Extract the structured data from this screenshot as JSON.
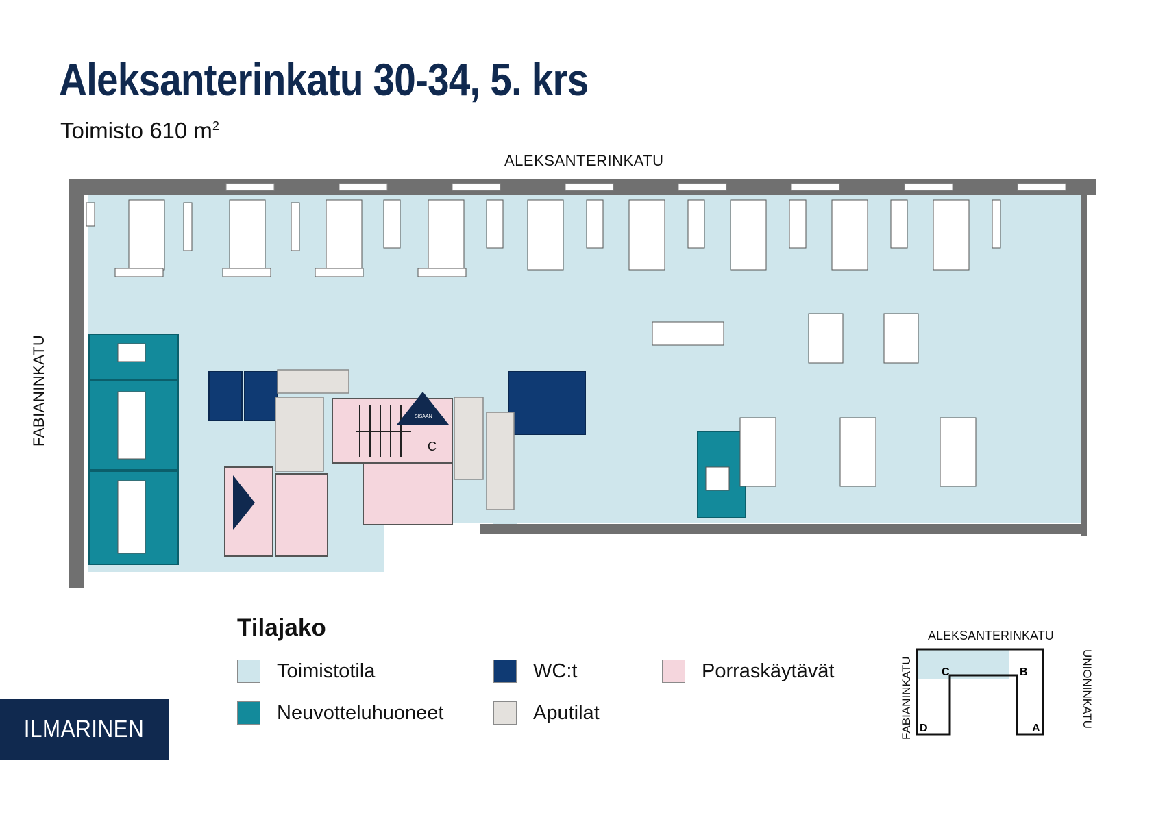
{
  "title": "Aleksanterinkatu 30-34, 5. krs",
  "subtitle": {
    "label": "Toimisto 610 m",
    "sup": "2"
  },
  "streets": {
    "top": "ALEKSANTERINKATU",
    "left": "FABIANINKATU"
  },
  "plan": {
    "stair_label": "C",
    "entrance_label": "SISÄÄN"
  },
  "legend": {
    "title": "Tilajako",
    "items": [
      {
        "label": "Toimistotila",
        "color": "#cfe6ec"
      },
      {
        "label": "Neuvotteluhuoneet",
        "color": "#138a9b"
      },
      {
        "label": "WC:t",
        "color": "#0f3a73"
      },
      {
        "label": "Aputilat",
        "color": "#e4e1dd"
      },
      {
        "label": "Porraskäytävät",
        "color": "#f5d6dd"
      }
    ]
  },
  "logo": "ILMARINEN",
  "keymap": {
    "top": "ALEKSANTERINKATU",
    "left": "FABIANINKATU",
    "right": "UNIONINKATU",
    "corners": [
      "A",
      "B",
      "C",
      "D"
    ]
  }
}
